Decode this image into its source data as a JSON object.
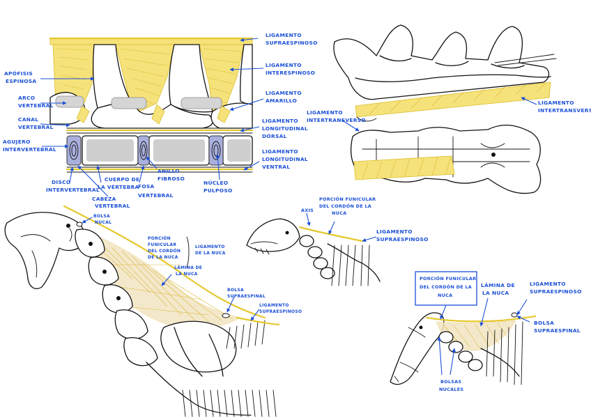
{
  "colors": {
    "label": "#1a4fd6",
    "ligament": "#f6e27a",
    "disc": "#d5d5d5",
    "annulus": "#aab0dd"
  },
  "panel_a": {
    "ligamento_supraespinoso": [
      "LIGAMENTO",
      "SUPRAESPINOSO"
    ],
    "ligamento_interespinoso": [
      "LIGAMENTO",
      "INTERESPINOSO"
    ],
    "ligamento_amarillo": [
      "LIGAMENTO",
      "AMARILLO"
    ],
    "ligamento_longitudinal_dorsal": [
      "LIGAMENTO",
      "LONGITUDINAL",
      "DORSAL"
    ],
    "ligamento_longitudinal_ventral": [
      "LIGAMENTO",
      "LONGITUDINAL",
      "VENTRAL"
    ],
    "apofisis_espinosa": [
      "APÓFISIS",
      "ESPINOSA"
    ],
    "arco_vertebral": [
      "ARCO",
      "VERTEBRAL"
    ],
    "canal_vertebral": [
      "CANAL",
      "VERTEBRAL"
    ],
    "agujero_intervertebral": [
      "AGUJERO",
      "INTERVERTEBRAL"
    ],
    "disco_intervertebral": [
      "DISCO",
      "INTERVERTEBRAL"
    ],
    "cabeza_vertebral": [
      "CABEZA",
      "VERTEBRAL"
    ],
    "cuerpo_vertebra": [
      "CUERPO DE",
      "LA VÉRTEBRA"
    ],
    "fosa_vertebral": [
      "FOSA",
      "VERTEBRAL"
    ],
    "anillo_fibroso": [
      "ANILLO",
      "FIBROSO"
    ],
    "nucleo_pulposo": [
      "NÚCLEO",
      "PULPOSO"
    ]
  },
  "panel_b": {
    "ligamento_intertransverso_top": [
      "LIGAMENTO",
      "INTERTRANSVERSO"
    ],
    "ligamento_intertransverso_left": [
      "LIGAMENTO",
      "INTERTRANSVERSO"
    ]
  },
  "panel_c": {
    "bolsa_nucal": [
      "BOLSA",
      "NUCAL"
    ],
    "porcion_funicular": [
      "PORCIÓN",
      "FUNICULAR",
      "DEL CORDÓN",
      "DE LA NUCA"
    ],
    "ligamento_nuca": [
      "LIGAMENTO",
      "DE LA NUCA"
    ],
    "lamina_nuca": [
      "LÁMINA DE",
      "LA NUCA"
    ],
    "bolsa_supraespinal": [
      "BOLSA",
      "SUPRAESPINAL"
    ],
    "ligamento_supraespinoso": [
      "LIGAMENTO",
      "SUPRAESPINOSO"
    ]
  },
  "panel_d": {
    "axis": "AXIS",
    "porcion_funicular": [
      "PORCIÓN FUNICULAR",
      "DEL CORDÓN DE LA",
      "NUCA"
    ],
    "ligamento_supraespinoso": [
      "LIGAMENTO",
      "SUPRAESPINOSO"
    ]
  },
  "panel_e": {
    "porcion_funicular_box": [
      "PORCIÓN FUNICULAR",
      "DEL CORDÓN DE LA",
      "NUCA"
    ],
    "lamina_nuca": [
      "LÁMINA DE",
      "LA NUCA"
    ],
    "ligamento_supraespinoso": [
      "LIGAMENTO",
      "SUPRAESPINOSO"
    ],
    "bolsa_supraespinal": [
      "BOLSA",
      "SUPRAESPINAL"
    ],
    "bolsas_nucales": [
      "BOLSAS",
      "NUCALES"
    ]
  }
}
